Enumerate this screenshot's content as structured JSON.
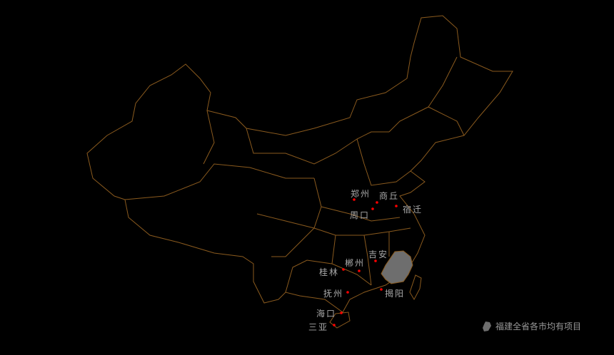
{
  "map": {
    "border_color": "#8a5a1e",
    "highlight_color": "#6e6e6e",
    "point_color": "#ff0000",
    "highlighted_region": "福建",
    "cities": [
      {
        "name": "郑州"
      },
      {
        "name": "商丘"
      },
      {
        "name": "周口"
      },
      {
        "name": "宿迁"
      },
      {
        "name": "吉安"
      },
      {
        "name": "郴州"
      },
      {
        "name": "桂林"
      },
      {
        "name": "抚州"
      },
      {
        "name": "揭阳"
      },
      {
        "name": "海口"
      },
      {
        "name": "三亚"
      }
    ]
  },
  "legend": {
    "label": "福建全省各市均有项目",
    "icon": "fujian-shape-icon"
  }
}
